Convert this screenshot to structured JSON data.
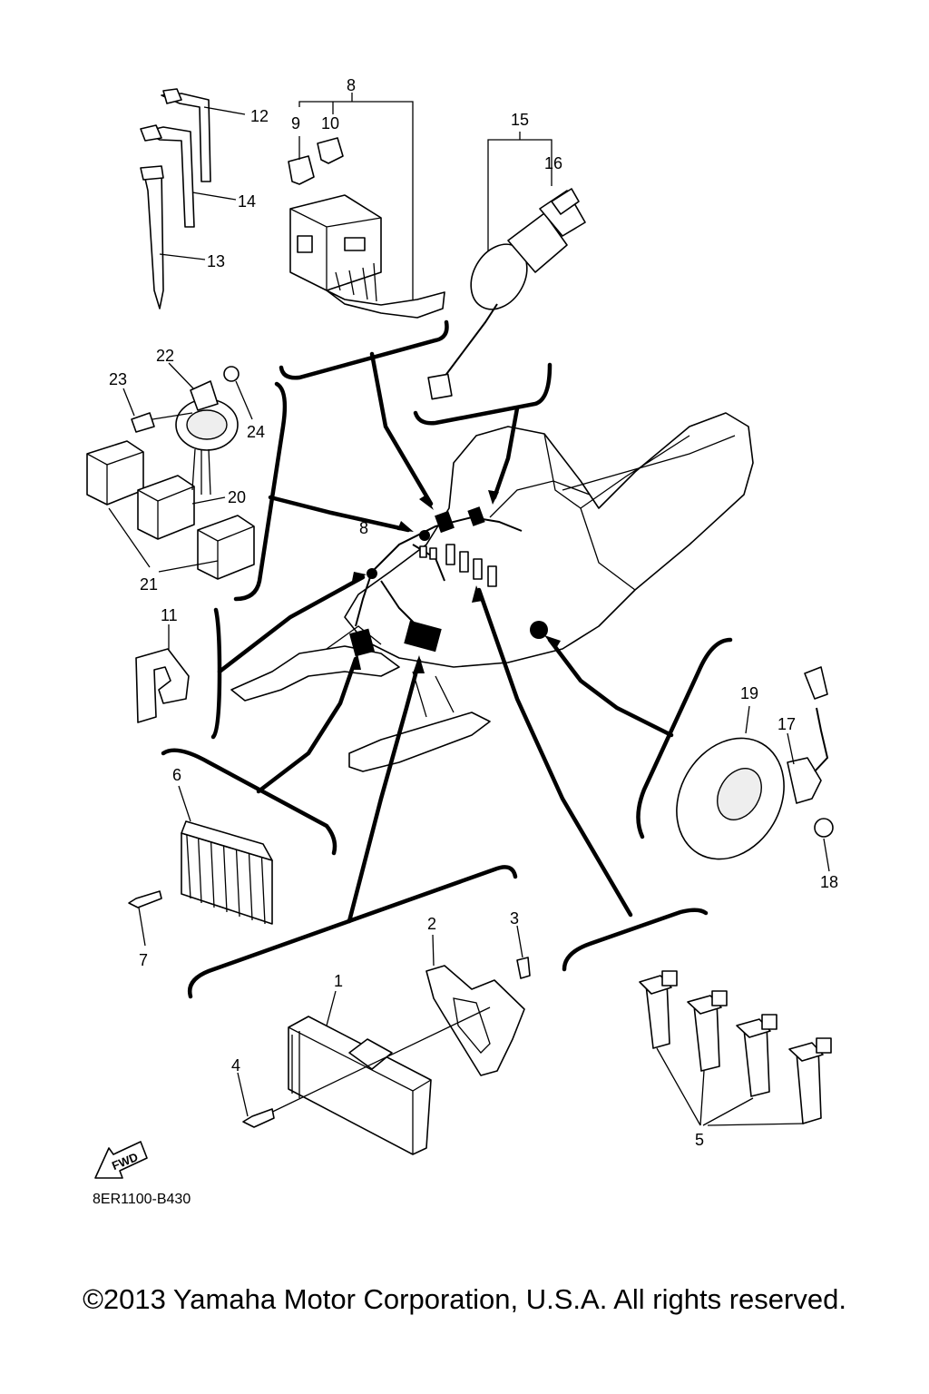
{
  "callouts": [
    {
      "id": "1",
      "text": "1"
    },
    {
      "id": "2",
      "text": "2"
    },
    {
      "id": "3",
      "text": "3"
    },
    {
      "id": "4",
      "text": "4"
    },
    {
      "id": "5",
      "text": "5"
    },
    {
      "id": "6",
      "text": "6"
    },
    {
      "id": "7",
      "text": "7"
    },
    {
      "id": "8",
      "text": "8"
    },
    {
      "id": "8b",
      "text": "8"
    },
    {
      "id": "9",
      "text": "9"
    },
    {
      "id": "10",
      "text": "10"
    },
    {
      "id": "11",
      "text": "11"
    },
    {
      "id": "12",
      "text": "12"
    },
    {
      "id": "13",
      "text": "13"
    },
    {
      "id": "14",
      "text": "14"
    },
    {
      "id": "15",
      "text": "15"
    },
    {
      "id": "16",
      "text": "16"
    },
    {
      "id": "17",
      "text": "17"
    },
    {
      "id": "18",
      "text": "18"
    },
    {
      "id": "19",
      "text": "19"
    },
    {
      "id": "20",
      "text": "20"
    },
    {
      "id": "21",
      "text": "21"
    },
    {
      "id": "22",
      "text": "22"
    },
    {
      "id": "23",
      "text": "23"
    },
    {
      "id": "24",
      "text": "24"
    }
  ],
  "fwd_label": "FWD",
  "diagram_code": "8ER1100-B430",
  "copyright": "©2013 Yamaha Motor Corporation, U.S.A. All rights reserved."
}
